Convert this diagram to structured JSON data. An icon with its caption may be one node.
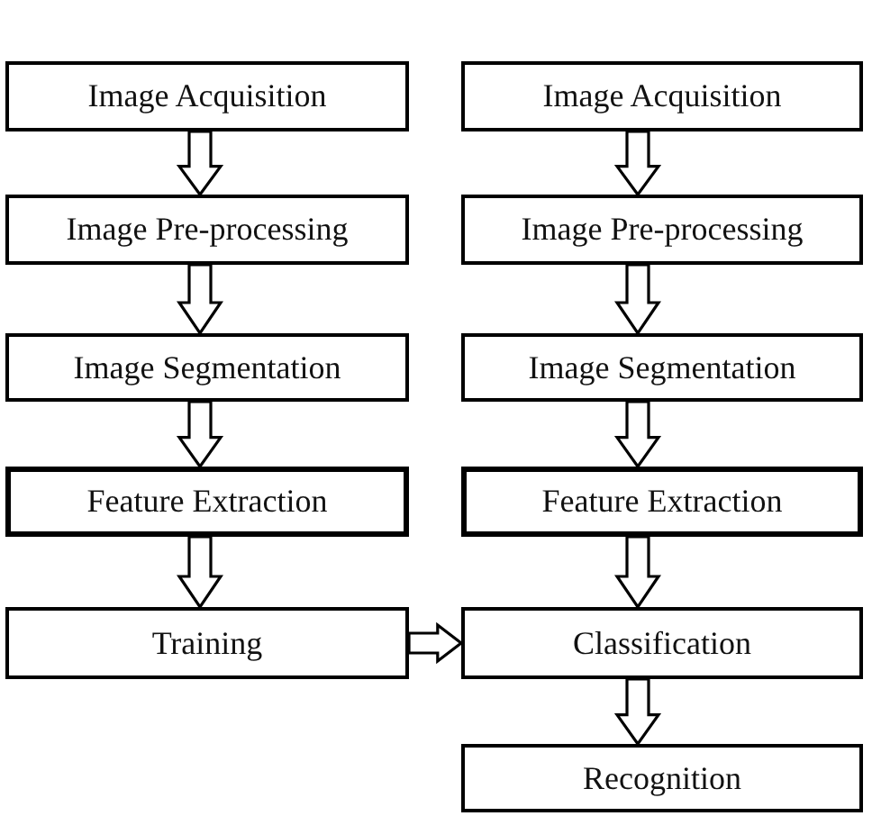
{
  "diagram": {
    "nodes": [
      {
        "text": [
          "Image Acquisition"
        ]
      },
      {
        "text": [
          "Image Pre-processing"
        ]
      },
      {
        "text": [
          "Image Segmentation"
        ]
      },
      {
        "text": [
          "Feature Extraction"
        ]
      },
      {
        "text": [
          "Training"
        ]
      },
      {
        "text": [
          "Image Acquisition"
        ]
      },
      {
        "text": [
          "Image Pre-processing"
        ]
      },
      {
        "text": [
          "Image Segmentation"
        ]
      },
      {
        "text": [
          "Feature Extraction"
        ]
      },
      {
        "text": [
          "Classification"
        ]
      },
      {
        "text": [
          "Recognition"
        ]
      }
    ],
    "edges": [
      {
        "from": 0,
        "to": 1,
        "arrow": "to"
      },
      {
        "from": 1,
        "to": 2,
        "arrow": "to"
      },
      {
        "from": 2,
        "to": 3,
        "arrow": "to"
      },
      {
        "from": 3,
        "to": 4,
        "arrow": "to"
      },
      {
        "from": 5,
        "to": 6,
        "arrow": "to"
      },
      {
        "from": 6,
        "to": 7,
        "arrow": "to"
      },
      {
        "from": 7,
        "to": 8,
        "arrow": "to"
      },
      {
        "from": 8,
        "to": 9,
        "arrow": "to"
      },
      {
        "from": 9,
        "to": 10,
        "arrow": "to"
      },
      {
        "from": 4,
        "to": 9,
        "arrow": "to"
      }
    ]
  }
}
